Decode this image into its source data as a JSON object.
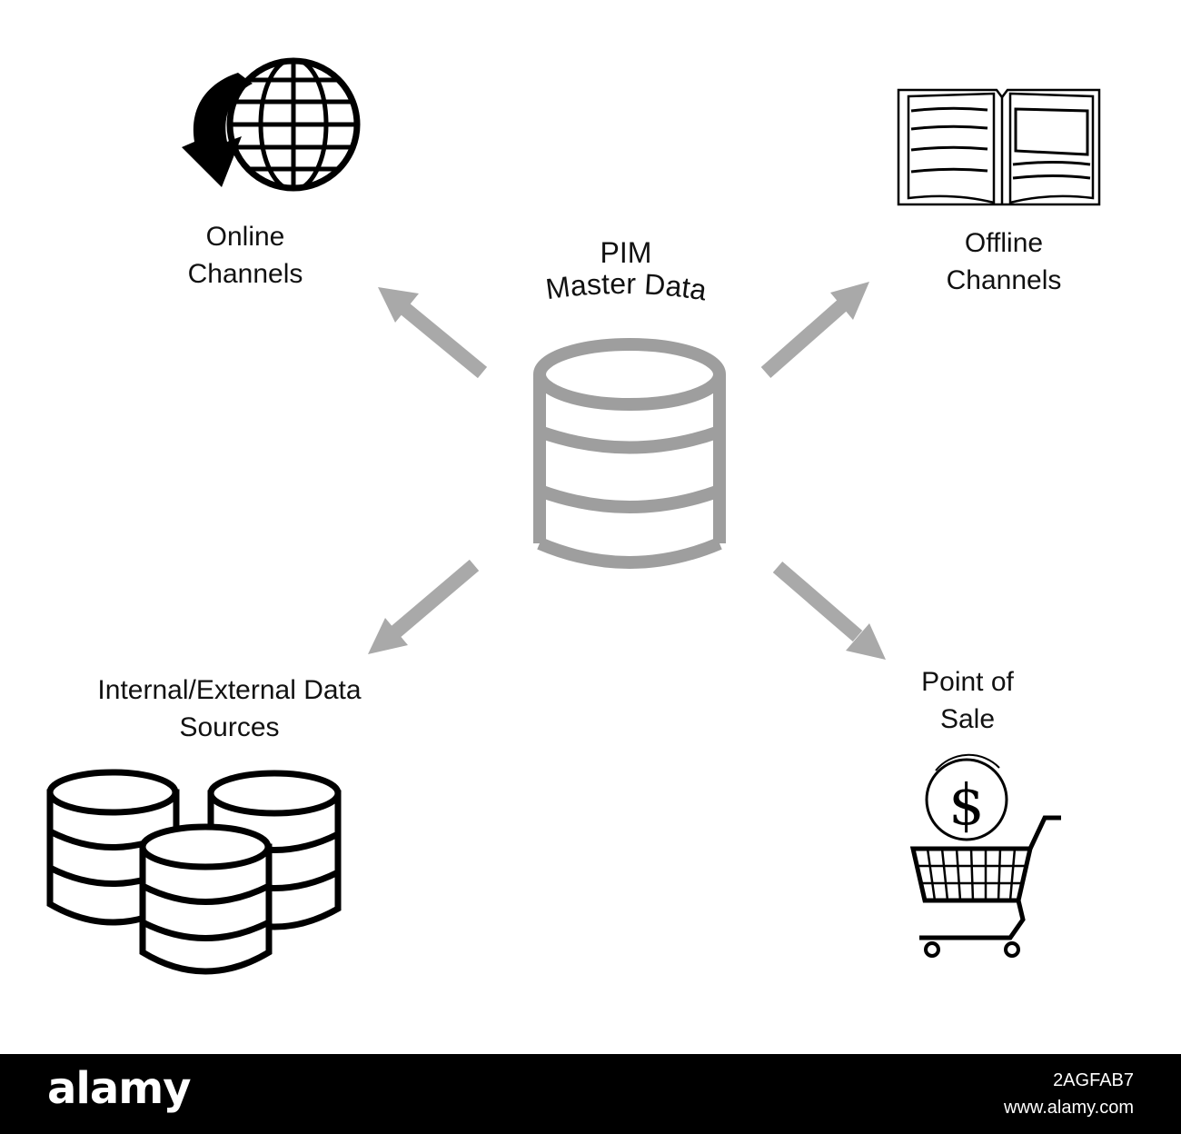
{
  "center": {
    "title_line1": "PIM",
    "title_line2": "Master Data",
    "icon": "database-icon"
  },
  "nodes": {
    "online": {
      "line1": "Online",
      "line2": "Channels",
      "icon": "globe-download-icon"
    },
    "offline": {
      "line1": "Offline",
      "line2": "Channels",
      "icon": "open-book-icon"
    },
    "internal": {
      "line1": "Internal/External Data",
      "line2": "Sources",
      "icon": "database-cluster-icon"
    },
    "pos": {
      "line1": "Point of",
      "line2": "Sale",
      "icon": "shopping-cart-dollar-icon"
    }
  },
  "footer": {
    "brand": "alamy",
    "image_id": "2AGFAB7",
    "site": "www.alamy.com"
  },
  "colors": {
    "arrow": "#a9a9a9",
    "center_icon": "#9e9e9e",
    "icon": "#000000",
    "footer_bg": "#000000"
  }
}
